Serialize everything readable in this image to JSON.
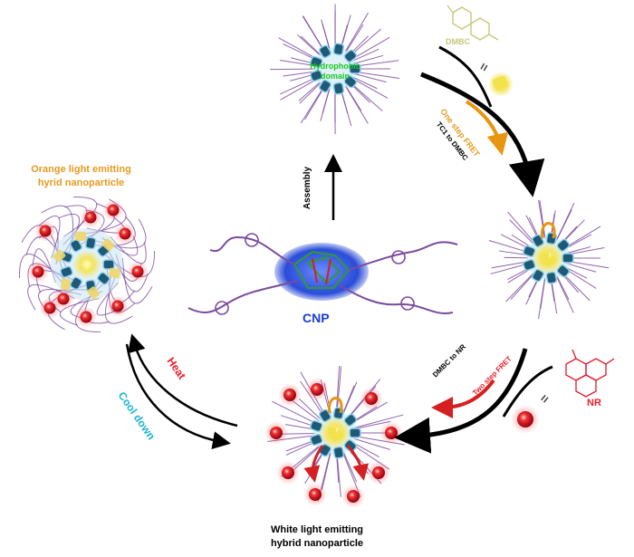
{
  "labels": {
    "hydrophobic_domain": [
      "Hydrophobic",
      "domain"
    ],
    "dmbc": "DMBC",
    "equals_top": "=",
    "one_step_fret": "One step FRET",
    "tc1_to_dmbc": "TC1 to DMBC",
    "assembly": "Assembly",
    "orange_particle": [
      "Orange light emitting",
      "hyrid nanoparticle"
    ],
    "cnp": "CNP",
    "dmbc_to_nr": "DMBC  to NR",
    "two_step_fret": "Two step FRET",
    "equals_bottom": "=",
    "nr": "NR",
    "heat": "Heat",
    "cool_down": "Cool down",
    "white_particle": [
      "White light emitting",
      "hybrid nanoparticle"
    ]
  },
  "colors": {
    "orange_text": "#e69a1e",
    "cyan_text": "#1bb6d6",
    "red_text": "#e8202c",
    "blue_text": "#1a3bd0",
    "green_text": "#18c820",
    "olive_text": "#c9c77a",
    "chain": "#7d4a9e",
    "core": "#1e5a78",
    "nr_red": "#e0192c"
  }
}
